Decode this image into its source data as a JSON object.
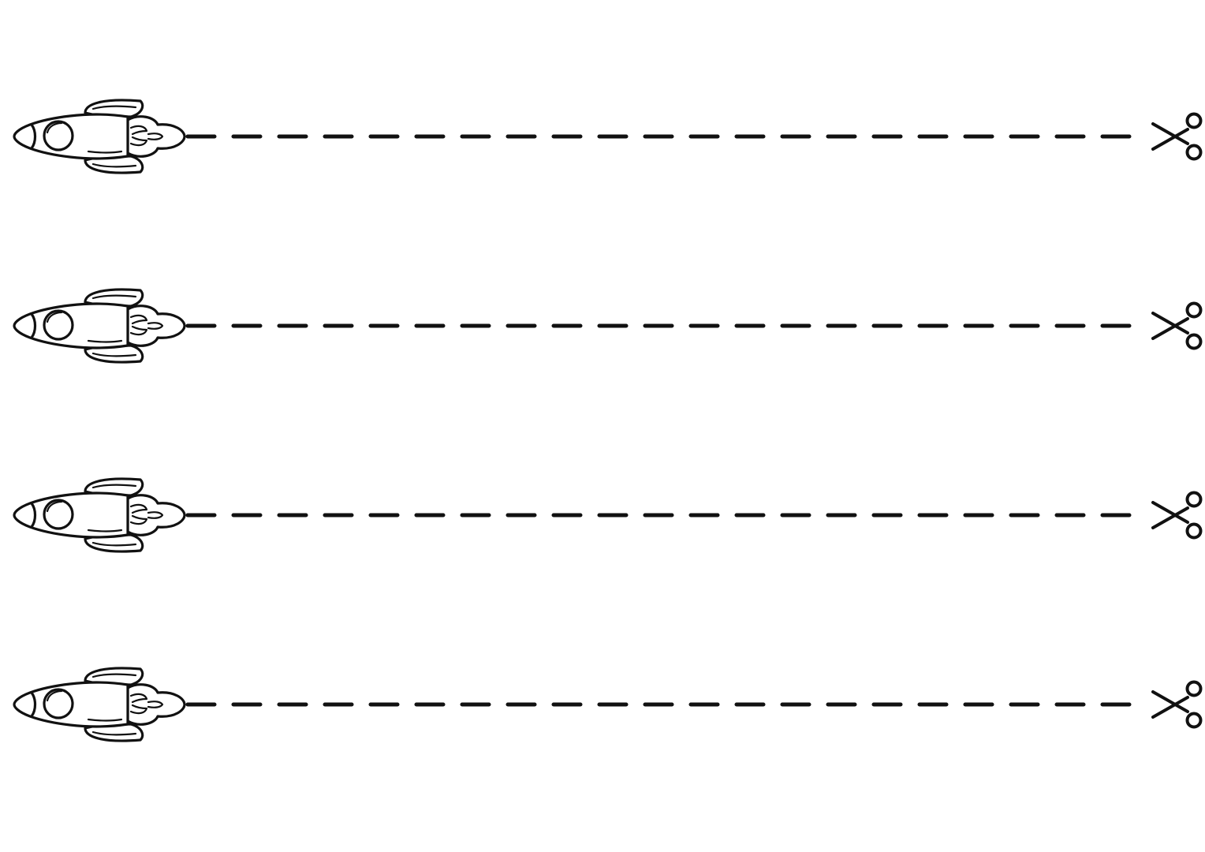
{
  "worksheet": {
    "rows": [
      {
        "start_icon": "rocket-icon",
        "line_style": "dashed",
        "end_icon": "scissors-icon"
      },
      {
        "start_icon": "rocket-icon",
        "line_style": "dashed",
        "end_icon": "scissors-icon"
      },
      {
        "start_icon": "rocket-icon",
        "line_style": "dashed",
        "end_icon": "scissors-icon"
      },
      {
        "start_icon": "rocket-icon",
        "line_style": "dashed",
        "end_icon": "scissors-icon"
      }
    ],
    "colors": {
      "ink": "#111111",
      "paper": "#ffffff"
    }
  }
}
